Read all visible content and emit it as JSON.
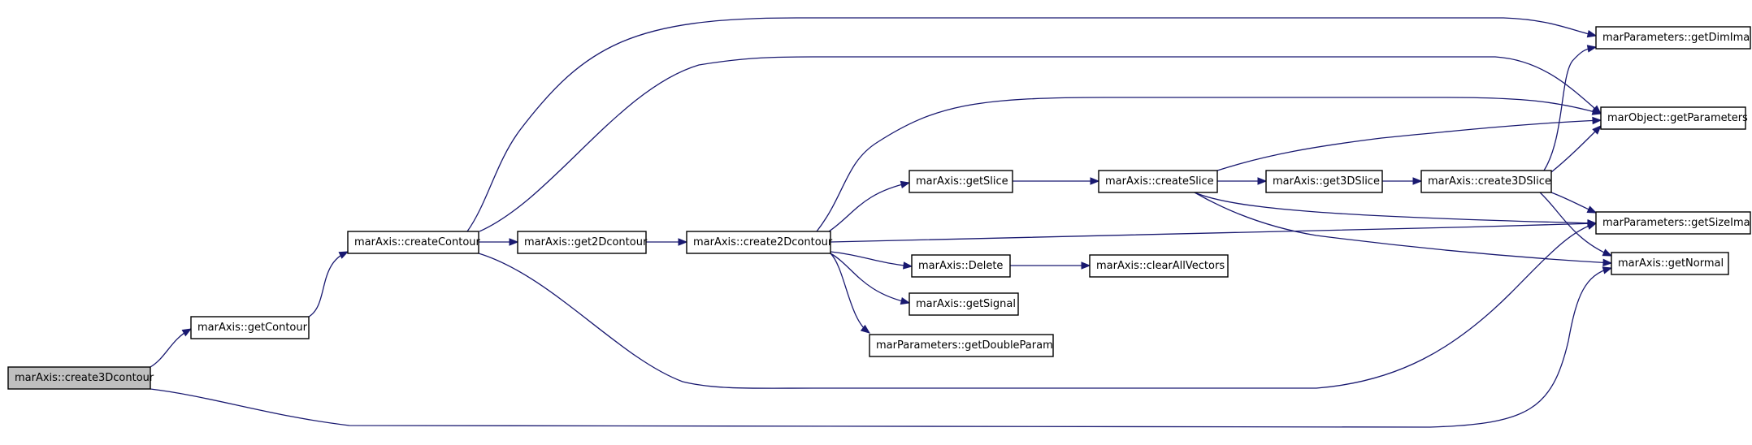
{
  "colors": {
    "edge": "#191970",
    "root_fill": "#bfbfbf",
    "node_fill": "#ffffff"
  },
  "graph": {
    "nodes": [
      {
        "id": "create3Dcontour",
        "label": "marAxis::create3Dcontour",
        "root": true
      },
      {
        "id": "getContour",
        "label": "marAxis::getContour"
      },
      {
        "id": "createContour",
        "label": "marAxis::createContour"
      },
      {
        "id": "get2Dcontour",
        "label": "marAxis::get2Dcontour"
      },
      {
        "id": "create2Dcontour",
        "label": "marAxis::create2Dcontour"
      },
      {
        "id": "getSlice",
        "label": "marAxis::getSlice"
      },
      {
        "id": "createSlice",
        "label": "marAxis::createSlice"
      },
      {
        "id": "get3DSlice",
        "label": "marAxis::get3DSlice"
      },
      {
        "id": "create3DSlice",
        "label": "marAxis::create3DSlice"
      },
      {
        "id": "Delete",
        "label": "marAxis::Delete"
      },
      {
        "id": "clearAllVectors",
        "label": "marAxis::clearAllVectors"
      },
      {
        "id": "getSignal",
        "label": "marAxis::getSignal"
      },
      {
        "id": "getDoubleParam",
        "label": "marParameters::getDoubleParam"
      },
      {
        "id": "getDimIma",
        "label": "marParameters::getDimIma"
      },
      {
        "id": "getParameters",
        "label": "marObject::getParameters"
      },
      {
        "id": "getSizeIma",
        "label": "marParameters::getSizeIma"
      },
      {
        "id": "getNormal",
        "label": "marAxis::getNormal"
      }
    ],
    "edges": [
      [
        "create3Dcontour",
        "getContour"
      ],
      [
        "create3Dcontour",
        "getNormal"
      ],
      [
        "getContour",
        "createContour"
      ],
      [
        "createContour",
        "get2Dcontour"
      ],
      [
        "createContour",
        "getDimIma"
      ],
      [
        "createContour",
        "getParameters"
      ],
      [
        "createContour",
        "getSizeIma"
      ],
      [
        "get2Dcontour",
        "create2Dcontour"
      ],
      [
        "create2Dcontour",
        "getSlice"
      ],
      [
        "create2Dcontour",
        "getParameters"
      ],
      [
        "create2Dcontour",
        "getSizeIma"
      ],
      [
        "create2Dcontour",
        "Delete"
      ],
      [
        "create2Dcontour",
        "getSignal"
      ],
      [
        "create2Dcontour",
        "getDoubleParam"
      ],
      [
        "getSlice",
        "createSlice"
      ],
      [
        "createSlice",
        "get3DSlice"
      ],
      [
        "createSlice",
        "getParameters"
      ],
      [
        "createSlice",
        "getSizeIma"
      ],
      [
        "createSlice",
        "getNormal"
      ],
      [
        "get3DSlice",
        "create3DSlice"
      ],
      [
        "create3DSlice",
        "getDimIma"
      ],
      [
        "create3DSlice",
        "getParameters"
      ],
      [
        "create3DSlice",
        "getSizeIma"
      ],
      [
        "create3DSlice",
        "getNormal"
      ],
      [
        "Delete",
        "clearAllVectors"
      ]
    ]
  }
}
